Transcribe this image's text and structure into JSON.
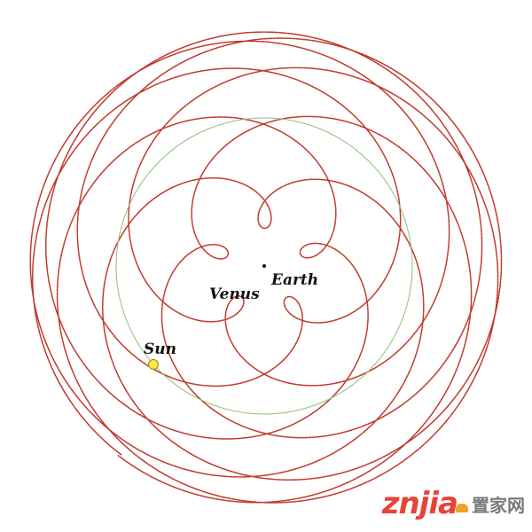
{
  "labels": {
    "earth": "Earth",
    "venus": "Venus",
    "sun": "Sun"
  },
  "watermark": {
    "latin": "znjia",
    "cn": "置家网"
  },
  "colors": {
    "venus_path": "#c0392b",
    "sun_path": "#8fbf7f",
    "sun_fill": "#ffe640",
    "sun_stroke": "#9a8a00",
    "earth_dot": "#111111",
    "watermark_accent": "#e8433b"
  }
}
